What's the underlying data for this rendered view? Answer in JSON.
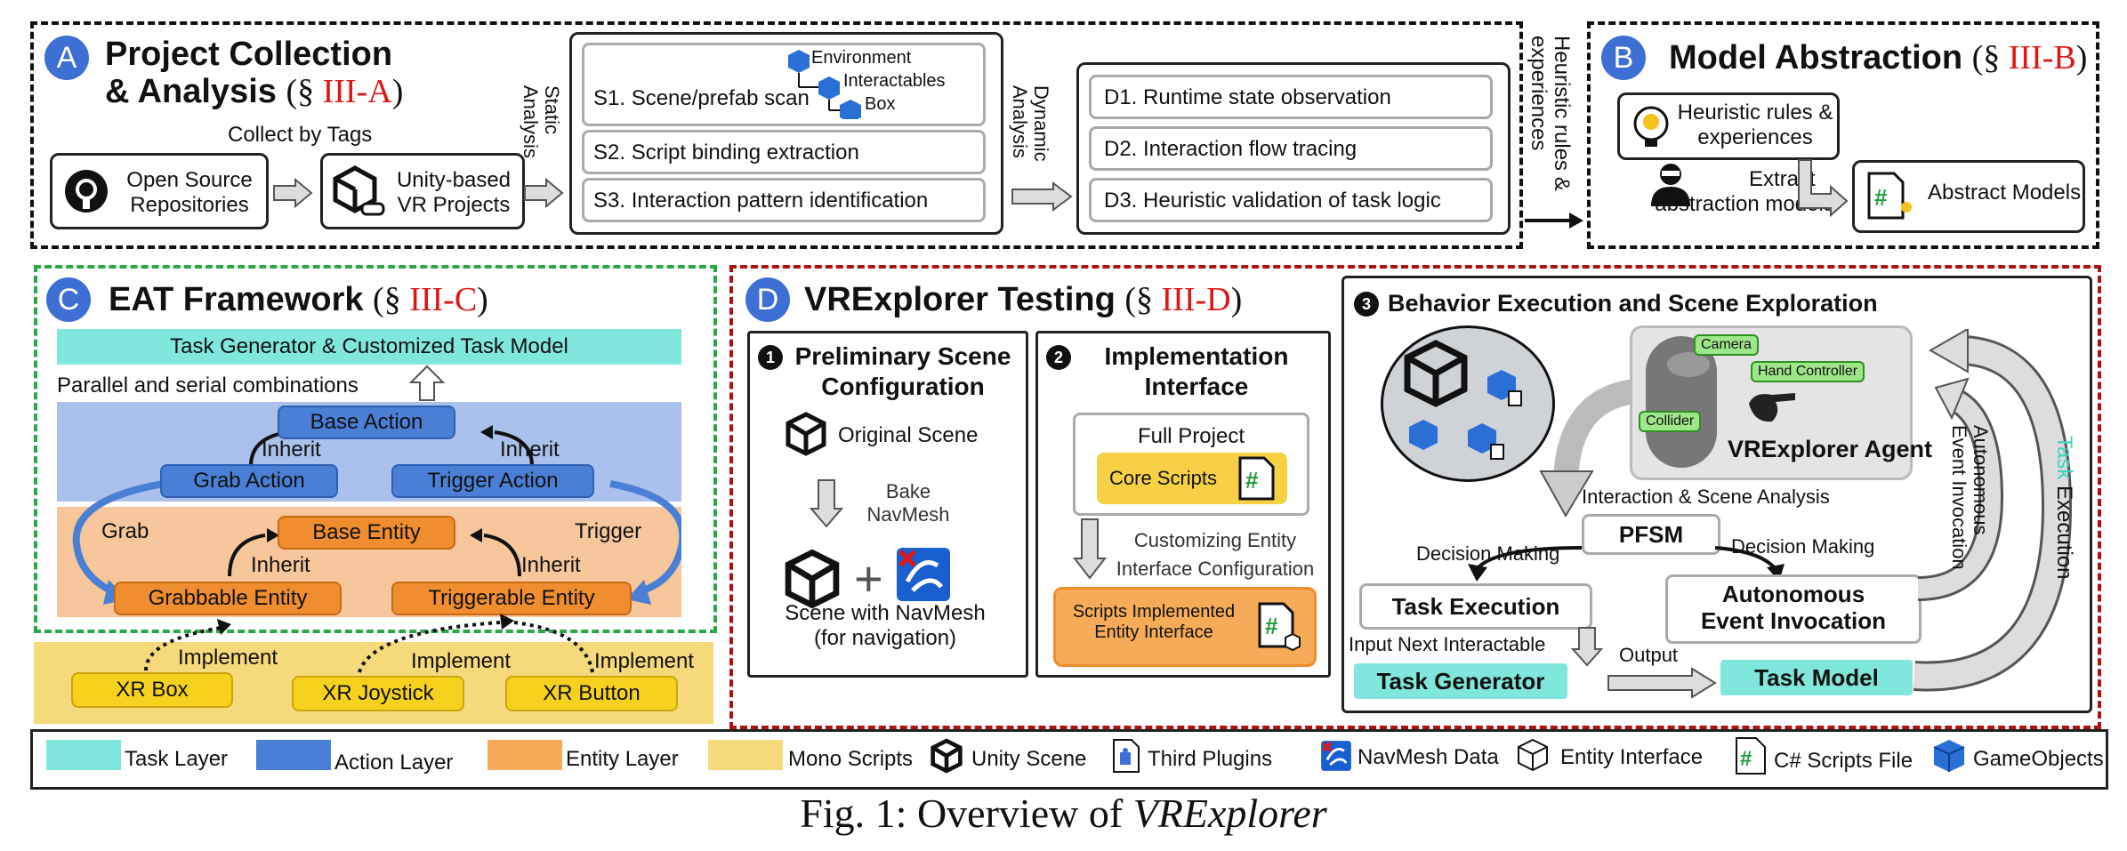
{
  "sectionA": {
    "badge": "A",
    "title_line1": "Project Collection",
    "title_line2": "& Analysis",
    "ref_prefix": "(§ ",
    "ref": "III-A",
    "ref_suffix": ")",
    "collect": "Collect by Tags",
    "repo_line1": "Open Source",
    "repo_line2": "Repositories",
    "unity_line1": "Unity-based",
    "unity_line2": "VR Projects",
    "static_line1": "Static",
    "static_line2": "Analysis",
    "s1": "S1. Scene/prefab scan",
    "tree_env": "Environment",
    "tree_inter": "Interactables",
    "tree_box": "Box",
    "s2": "S2. Script binding extraction",
    "s3": "S3. Interaction pattern identification",
    "dynamic_line1": "Dynamic",
    "dynamic_line2": "Analysis",
    "d1": "D1. Runtime state observation",
    "d2": "D2. Interaction flow tracing",
    "d3": "D3. Heuristic validation of task logic",
    "heur_line1": "Heuristic rules &",
    "heur_line2": "experiences"
  },
  "sectionB": {
    "badge": "B",
    "title": "Model Abstraction",
    "ref_prefix": "(§ ",
    "ref": "III-B",
    "ref_suffix": ")",
    "rules_line1": "Heuristic rules &",
    "rules_line2": "experiences",
    "extract_line1": "Extract",
    "extract_line2": "abstraction models",
    "abstract": "Abstract Models"
  },
  "sectionC": {
    "badge": "C",
    "title": "EAT Framework",
    "ref_prefix": "(§ ",
    "ref": "III-C",
    "ref_suffix": ")",
    "task_gen": "Task Generator & Customized Task Model",
    "combos": "Parallel and serial combinations",
    "base_action": "Base Action",
    "inherit": "Inherit",
    "grab_action": "Grab Action",
    "trigger_action": "Trigger Action",
    "grab": "Grab",
    "trigger": "Trigger",
    "base_entity": "Base Entity",
    "grabbable": "Grabbable Entity",
    "triggerable": "Triggerable Entity",
    "implement": "Implement",
    "xr_box": "XR Box",
    "xr_joystick": "XR Joystick",
    "xr_button": "XR Button"
  },
  "sectionD": {
    "badge": "D",
    "title": "VRExplorer Testing",
    "ref_prefix": "(§ ",
    "ref": "III-D",
    "ref_suffix": ")",
    "p1_num": "1",
    "p1_line1": "Preliminary Scene",
    "p1_line2": "Configuration",
    "original_scene": "Original Scene",
    "bake_line1": "Bake",
    "bake_line2": "NavMesh",
    "plus": "+",
    "scene_nav_line1": "Scene with NavMesh",
    "scene_nav_line2": "(for navigation)",
    "p2_num": "2",
    "p2_line1": "Implementation",
    "p2_line2": "Interface",
    "full_project": "Full Project",
    "core_scripts": "Core Scripts",
    "custom_line1": "Customizing Entity",
    "custom_line2": "Interface Configuration",
    "scripts_impl_line1": "Scripts Implemented",
    "scripts_impl_line2": "Entity Interface",
    "p3_num": "3",
    "p3_title": "Behavior Execution and Scene Exploration",
    "camera": "Camera",
    "hand_controller": "Hand Controller",
    "collider": "Collider",
    "agent": "VRExplorer Agent",
    "interaction": "Interaction  & Scene Analysis",
    "pfsm": "PFSM",
    "decision1": "Decision Making",
    "decision2": "Decision Making",
    "task_exec": "Task Execution",
    "auto_line1": "Autonomous",
    "auto_line2": "Event Invocation",
    "input_next": "Input Next Interactable",
    "output": "Output",
    "task_generator": "Task Generator",
    "task_model": "Task Model",
    "auto_vert_line1": "Autonomous",
    "auto_vert_line2": "Event Invocation",
    "task_vert_1": "Task",
    "task_vert_2": " Execution"
  },
  "legend": {
    "task_layer": "Task Layer",
    "action_layer": "Action Layer",
    "entity_layer": "Entity Layer",
    "mono_scripts": "Mono Scripts",
    "unity_scene": "Unity Scene",
    "third_plugins": "Third Plugins",
    "navmesh": "NavMesh Data",
    "entity_interface": "Entity Interface",
    "csharp": "C# Scripts File",
    "gameobjects": "GameObjects"
  },
  "caption": {
    "prefix": "Fig. 1: Overview of ",
    "name": "VRExplorer"
  },
  "colors": {
    "task": "#7fe7dc",
    "action": "#4a7fd6",
    "entity": "#f08d2e",
    "mono": "#f6d97a",
    "accent_red": "#e01515"
  }
}
